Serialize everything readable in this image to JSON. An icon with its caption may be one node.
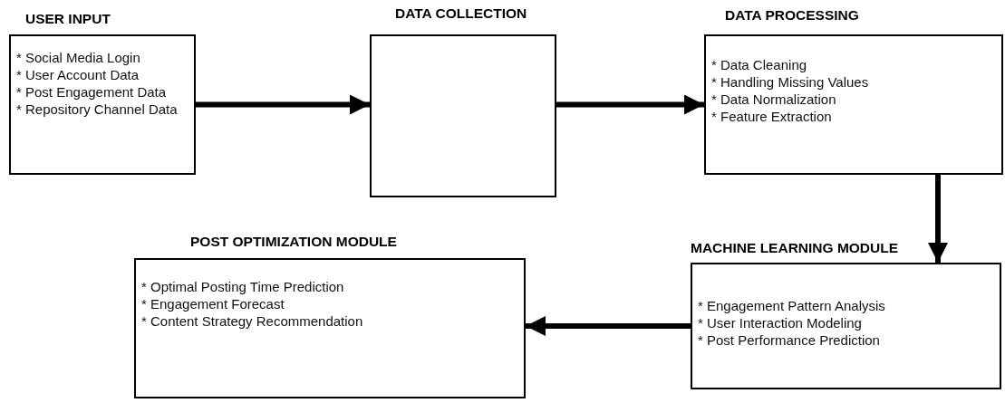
{
  "diagram": {
    "nodes": [
      {
        "text": [
          "USER INPUT",
          "* Social Media Login",
          "* User Account Data",
          "* Post Engagement Data",
          "* Repository Channel Data"
        ]
      },
      {
        "text": [
          "DATA COLLECTION"
        ]
      },
      {
        "text": [
          "DATA PROCESSING",
          "* Data Cleaning",
          "* Handling Missing Values",
          "* Data Normalization",
          "* Feature Extraction"
        ]
      },
      {
        "text": [
          "MACHINE LEARNING MODULE",
          "* Engagement Pattern Analysis",
          "* User Interaction Modeling",
          "* Post Performance Prediction"
        ]
      },
      {
        "text": [
          "POST OPTIMIZATION MODULE",
          "* Optimal Posting Time Prediction",
          "* Engagement Forecast",
          "* Content Strategy Recommendation"
        ]
      }
    ],
    "edges": [
      {
        "from": 0,
        "to": 1,
        "arrow": "to"
      },
      {
        "from": 1,
        "to": 2,
        "arrow": "to"
      },
      {
        "from": 2,
        "to": 3,
        "arrow": "to"
      },
      {
        "from": 3,
        "to": 4,
        "arrow": "to"
      }
    ]
  }
}
